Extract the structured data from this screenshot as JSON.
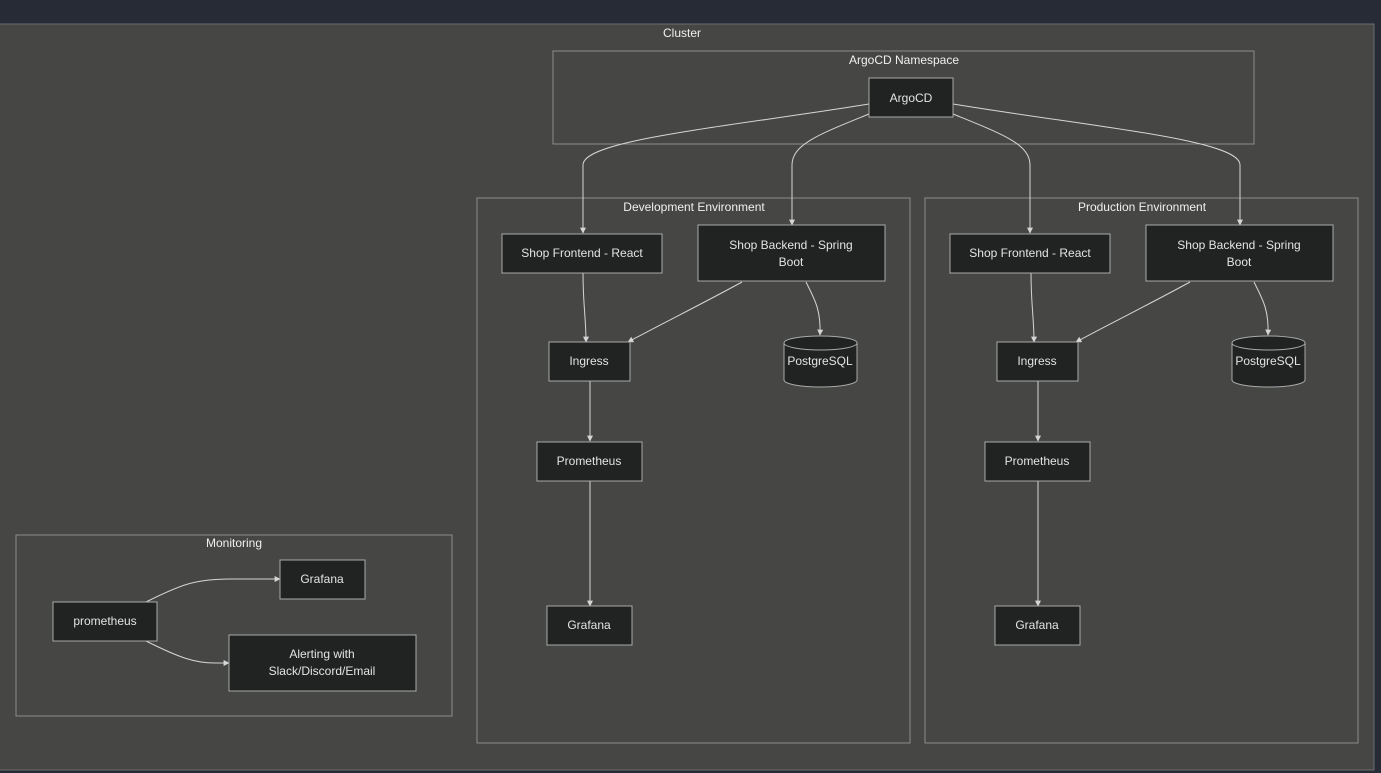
{
  "diagram": {
    "clusters": {
      "cluster": "Cluster",
      "argocd_ns": "ArgoCD Namespace",
      "dev_env": "Development Environment",
      "prod_env": "Production Environment",
      "monitoring": "Monitoring"
    },
    "nodes": {
      "argocd": "ArgoCD",
      "dev_frontend": "Shop Frontend - React",
      "dev_backend_l1": "Shop Backend - Spring",
      "dev_backend_l2": "Boot",
      "dev_ingress": "Ingress",
      "dev_postgres": "PostgreSQL",
      "dev_prometheus": "Prometheus",
      "dev_grafana": "Grafana",
      "prod_frontend": "Shop Frontend - React",
      "prod_backend_l1": "Shop Backend - Spring",
      "prod_backend_l2": "Boot",
      "prod_ingress": "Ingress",
      "prod_postgres": "PostgreSQL",
      "prod_prometheus": "Prometheus",
      "prod_grafana": "Grafana",
      "mon_prometheus": "prometheus",
      "mon_grafana": "Grafana",
      "mon_alert_l1": "Alerting with",
      "mon_alert_l2": "Slack/Discord/Email"
    }
  }
}
